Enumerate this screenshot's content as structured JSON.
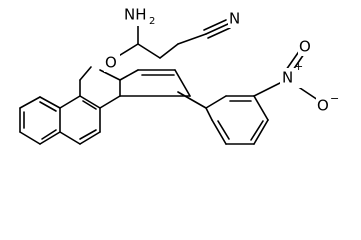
{
  "molecule": {
    "atoms": {
      "amino_n": "NH",
      "amino_h_count": "2",
      "ring_o": "O",
      "nitrile_n": "N",
      "nitro_n": "N",
      "nitro_n_charge": "+",
      "nitro_o_double": "O",
      "nitro_o_single": "O",
      "nitro_o_charge": "−"
    }
  }
}
